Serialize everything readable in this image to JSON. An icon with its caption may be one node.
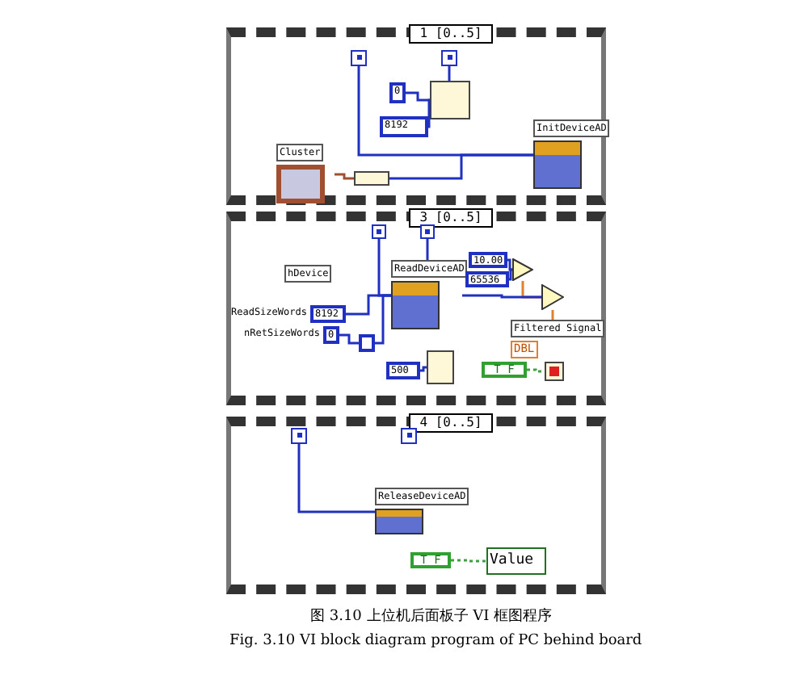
{
  "diagram": {
    "caption": "图 3.10 上位机后面板子 VI 框图程序",
    "nodes": [
      {
        "text": [
          "1 [0..5]"
        ]
      },
      {
        "text": [],
        "shape": "box",
        "in": 0
      },
      {
        "text": [],
        "shape": "box",
        "in": 0
      },
      {
        "text": [
          "0"
        ],
        "in": 0
      },
      {
        "text": [
          "8192"
        ],
        "in": 0
      },
      {
        "text": [],
        "shape": "box",
        "in": 0
      },
      {
        "text": [
          "Cluster"
        ],
        "in": 0
      },
      {
        "text": [],
        "shape": "box",
        "in": 0
      },
      {
        "text": [
          "InitDeviceAD"
        ],
        "in": 0
      },
      {
        "text": [
          "3 [0..5]"
        ]
      },
      {
        "text": [],
        "shape": "box",
        "in": 9
      },
      {
        "text": [],
        "shape": "box",
        "in": 9
      },
      {
        "text": [
          "ReadDeviceAD"
        ],
        "in": 9
      },
      {
        "text": [
          "8192"
        ],
        "beside": [
          "ReadSizeWords"
        ],
        "in": 9
      },
      {
        "text": [
          "0"
        ],
        "beside": [
          "nRetSizeWords"
        ],
        "in": 9
      },
      {
        "text": [],
        "shape": "box",
        "in": 9
      },
      {
        "text": [
          "10.00"
        ],
        "in": 9
      },
      {
        "text": [
          "65536"
        ],
        "in": 9
      },
      {
        "text": [],
        "shape": "triangle",
        "in": 9
      },
      {
        "text": [],
        "shape": "triangle",
        "in": 9
      },
      {
        "text": [
          "Filtered Signal",
          "DBL"
        ],
        "in": 9
      },
      {
        "text": [
          "500"
        ],
        "in": 9
      },
      {
        "text": [],
        "shape": "box",
        "in": 9
      },
      {
        "text": [
          "T F"
        ],
        "in": 9
      },
      {
        "text": [],
        "shape": "box",
        "in": 9
      },
      {
        "text": [
          "4 [0..5]"
        ]
      },
      {
        "text": [],
        "shape": "box",
        "in": 25
      },
      {
        "text": [],
        "shape": "box",
        "in": 25
      },
      {
        "text": [
          "ReleaseDeviceAD"
        ],
        "in": 25
      },
      {
        "text": [
          "T F"
        ],
        "in": 25
      },
      {
        "text": [
          "Value"
        ],
        "in": 25
      }
    ],
    "edges": [
      {
        "from": 3,
        "to": 5,
        "arrow": "none"
      },
      {
        "from": 4,
        "to": 5,
        "arrow": "none"
      },
      {
        "from": 2,
        "to": 5,
        "arrow": "none"
      },
      {
        "from": 6,
        "to": 7,
        "arrow": "none",
        "color": "#a05030"
      },
      {
        "from": 7,
        "to": 8,
        "arrow": "none"
      },
      {
        "from": 1,
        "to": 8,
        "arrow": "none"
      },
      {
        "from": 10,
        "to": 12,
        "arrow": "none"
      },
      {
        "from": 11,
        "to": 12,
        "arrow": "none"
      },
      {
        "from": 13,
        "to": 12,
        "arrow": "none"
      },
      {
        "from": 14,
        "to": 15,
        "arrow": "none"
      },
      {
        "from": 15,
        "to": 12,
        "arrow": "none"
      },
      {
        "from": 16,
        "to": 18,
        "arrow": "none"
      },
      {
        "from": 17,
        "to": 18,
        "arrow": "none"
      },
      {
        "from": 18,
        "to": 19,
        "arrow": "none",
        "color": "#e08030"
      },
      {
        "from": 12,
        "to": 19,
        "arrow": "none"
      },
      {
        "from": 19,
        "to": 20,
        "arrow": "none",
        "color": "#e08030"
      },
      {
        "from": 21,
        "to": 22,
        "arrow": "none"
      },
      {
        "from": 23,
        "to": 24,
        "arrow": "none",
        "style": "dashed",
        "color": "#40a040"
      },
      {
        "from": 26,
        "to": 28,
        "arrow": "none"
      },
      {
        "from": 29,
        "to": 30,
        "arrow": "none",
        "style": "dashed",
        "color": "#40a040"
      }
    ],
    "labels": [
      "hDevice",
      "Fig. 3.10 VI block diagram program of PC behind board"
    ]
  }
}
